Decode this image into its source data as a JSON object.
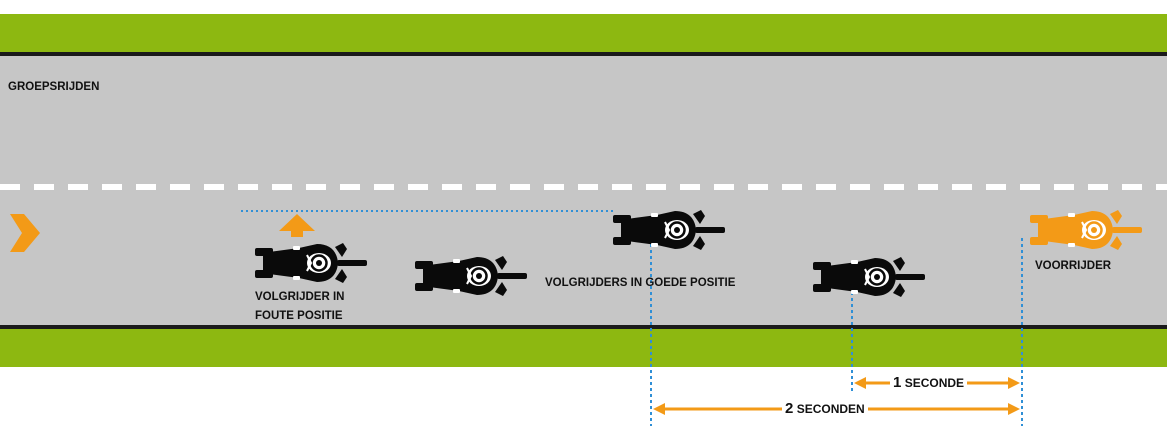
{
  "title": "GROEPSRIJDEN",
  "labels": {
    "wrong_position_line1": "VOLGRIJDER IN",
    "wrong_position_line2": "FOUTE POSITIE",
    "good_position": "VOLGRIJDERS IN GOEDE POSITIE",
    "leader": "VOORRIJDER"
  },
  "distances": {
    "one": {
      "number": "1",
      "unit": "SECONDE"
    },
    "two": {
      "number": "2",
      "unit": "SECONDEN"
    }
  },
  "colors": {
    "grass": "#8db811",
    "road": "#c6c6c6",
    "edge_line": "#1a1a1a",
    "lane_marking": "#ffffff",
    "accent": "#f39a17",
    "guide_line": "#2f8fd6",
    "rider": "#0a0a0a"
  },
  "icons": [
    "motorcycle-icon",
    "arrow-right-icon",
    "arrow-up-icon"
  ]
}
